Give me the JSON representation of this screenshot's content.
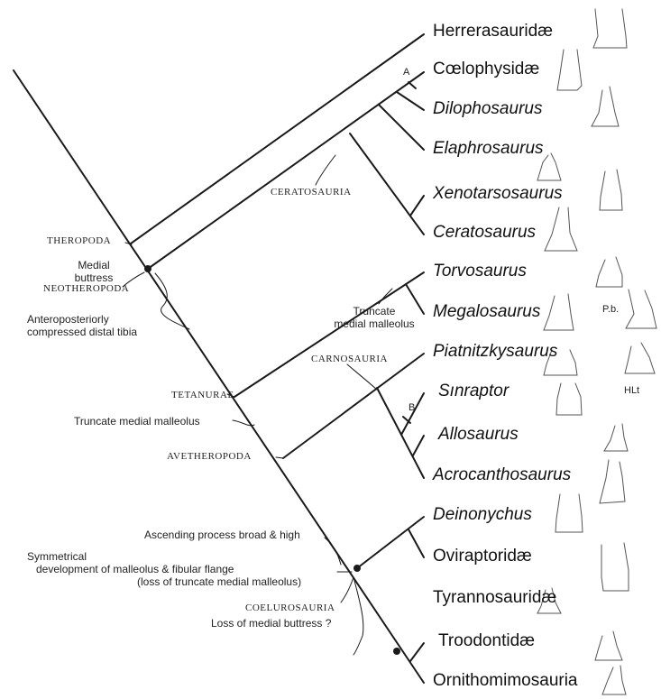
{
  "taxa": {
    "herrerasauridae": "Herrerasauridæ",
    "coelophysidae": "Cœlophysidæ",
    "dilophosaurus": "Dilophosaurus",
    "elaphrosaurus": "Elaphrosaurus",
    "xenotarsosaurus": "Xenotarsosaurus",
    "ceratosaurus": "Ceratosaurus",
    "torvosaurus": "Torvosaurus",
    "megalosaurus": "Megalosaurus",
    "piatnitzkysaurus": "Piatnitzkysaurus",
    "sinraptor": "Sınraptor",
    "allosaurus": "Allosaurus",
    "acrocanthosaurus": "Acrocanthosaurus",
    "deinonychus": "Deinonychus",
    "oviraptoridae": "Oviraptoridæ",
    "tyrannosauridae": "Tyrannosauridæ",
    "troodontidae": "Troodontidæ",
    "ornithomimosauria": "Ornithomimosauria"
  },
  "clades": {
    "theropoda": "THEROPODA",
    "neotheropoda": "NEOTHEROPODA",
    "ceratosauria": "CERATOSAURIA",
    "tetanurae": "TETANURAE",
    "carnosauria": "CARNOSAURIA",
    "avetheropoda": "AVETHEROPODA",
    "coelurosauria": "COELUROSAURIA"
  },
  "markers": {
    "a": "A",
    "b": "B"
  },
  "characters": {
    "medial_buttress_1": "Medial",
    "medial_buttress_2": "buttress",
    "compressed_1": "Anteroposteriorly",
    "compressed_2": "compressed distal tibia",
    "truncate_1": "Truncate",
    "truncate_2": "medial malleolus",
    "truncate_left": "Truncate medial malleolus",
    "ascending": "Ascending process broad & high",
    "symmetrical_1": "Symmetrical",
    "symmetrical_2": "development of malleolus & fibular flange",
    "symmetrical_3": "(loss of truncate medial malleolus)",
    "loss_buttress": "Loss of medial buttress ?"
  },
  "extra_labels": {
    "pb": "P.b.",
    "hlt": "HLt"
  }
}
